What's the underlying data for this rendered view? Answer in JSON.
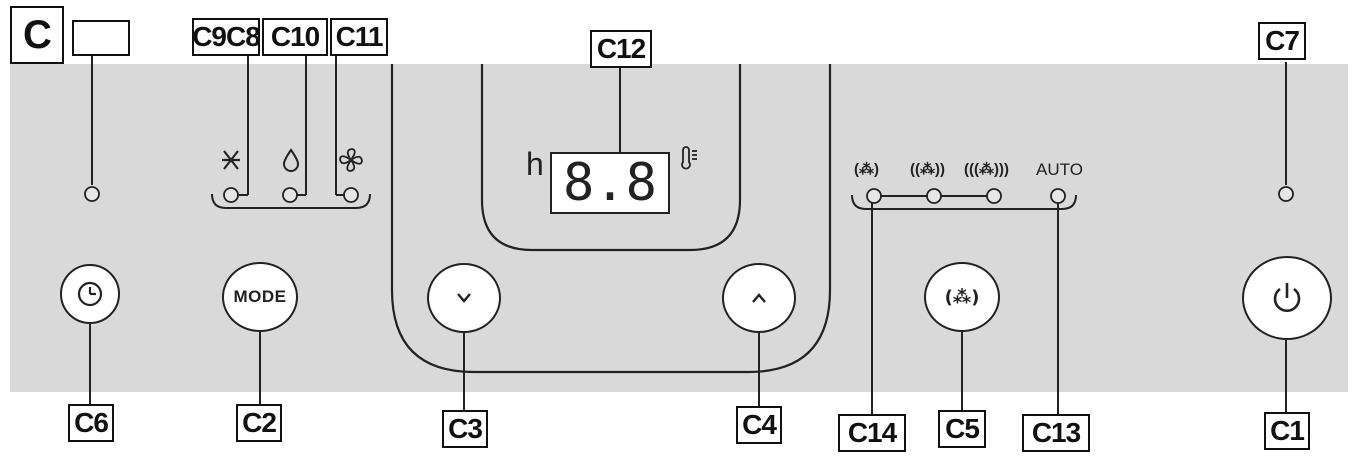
{
  "panel_label": "C",
  "callouts": {
    "c1": "C1",
    "c2": "C2",
    "c3": "C3",
    "c4": "C4",
    "c5": "C5",
    "c6": "C6",
    "c7": "C7",
    "c9c8": "C9C8",
    "c10": "C10",
    "c11": "C11",
    "c12": "C12",
    "c13": "C13",
    "c14": "C14"
  },
  "mode_button_label": "MODE",
  "display": {
    "hours_symbol": "h",
    "digits": "8.8"
  },
  "fan_speed_labels": {
    "low": "(⁂)",
    "medium": "((⁂))",
    "high": "(((⁂)))",
    "auto": "AUTO"
  },
  "icons": {
    "timer": "clock-icon",
    "cool": "snowflake-icon",
    "dry": "droplet-icon",
    "fan": "fan-icon",
    "down": "chevron-down-icon",
    "up": "chevron-up-icon",
    "power": "power-icon",
    "temperature": "thermometer-icon"
  },
  "colors": {
    "panel": "#d9d9d9",
    "line": "#222222",
    "led": "#e6e6e6"
  }
}
